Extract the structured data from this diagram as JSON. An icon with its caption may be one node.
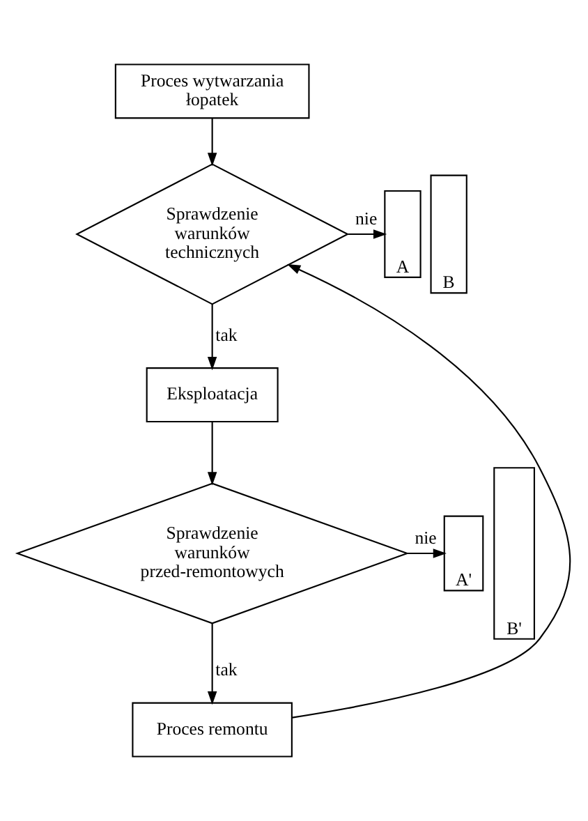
{
  "diagram": {
    "nodes": [
      {
        "text": [
          "Proces wytwarzania łopatek"
        ]
      },
      {
        "text": [
          "Sprawdzenie warunków technicznych"
        ]
      },
      {
        "text": [
          "A"
        ]
      },
      {
        "text": [
          "B"
        ]
      },
      {
        "text": [
          "Eksploatacja"
        ]
      },
      {
        "text": [
          "Sprawdzenie warunków przed-remontowych"
        ]
      },
      {
        "text": [
          "A'"
        ]
      },
      {
        "text": [
          "B'"
        ]
      },
      {
        "text": [
          "Proces remontu"
        ]
      }
    ],
    "edges": [
      {
        "from": 0,
        "to": 1,
        "arrow": "to"
      },
      {
        "from": 1,
        "to": 2,
        "arrow": "to",
        "label": "nie"
      },
      {
        "from": 1,
        "to": 4,
        "arrow": "to",
        "label": "tak"
      },
      {
        "from": 4,
        "to": 5,
        "arrow": "to"
      },
      {
        "from": 5,
        "to": 6,
        "arrow": "to",
        "label": "nie"
      },
      {
        "from": 5,
        "to": 8,
        "arrow": "to",
        "label": "tak"
      },
      {
        "from": 8,
        "to": 1,
        "arrow": "to"
      }
    ]
  }
}
